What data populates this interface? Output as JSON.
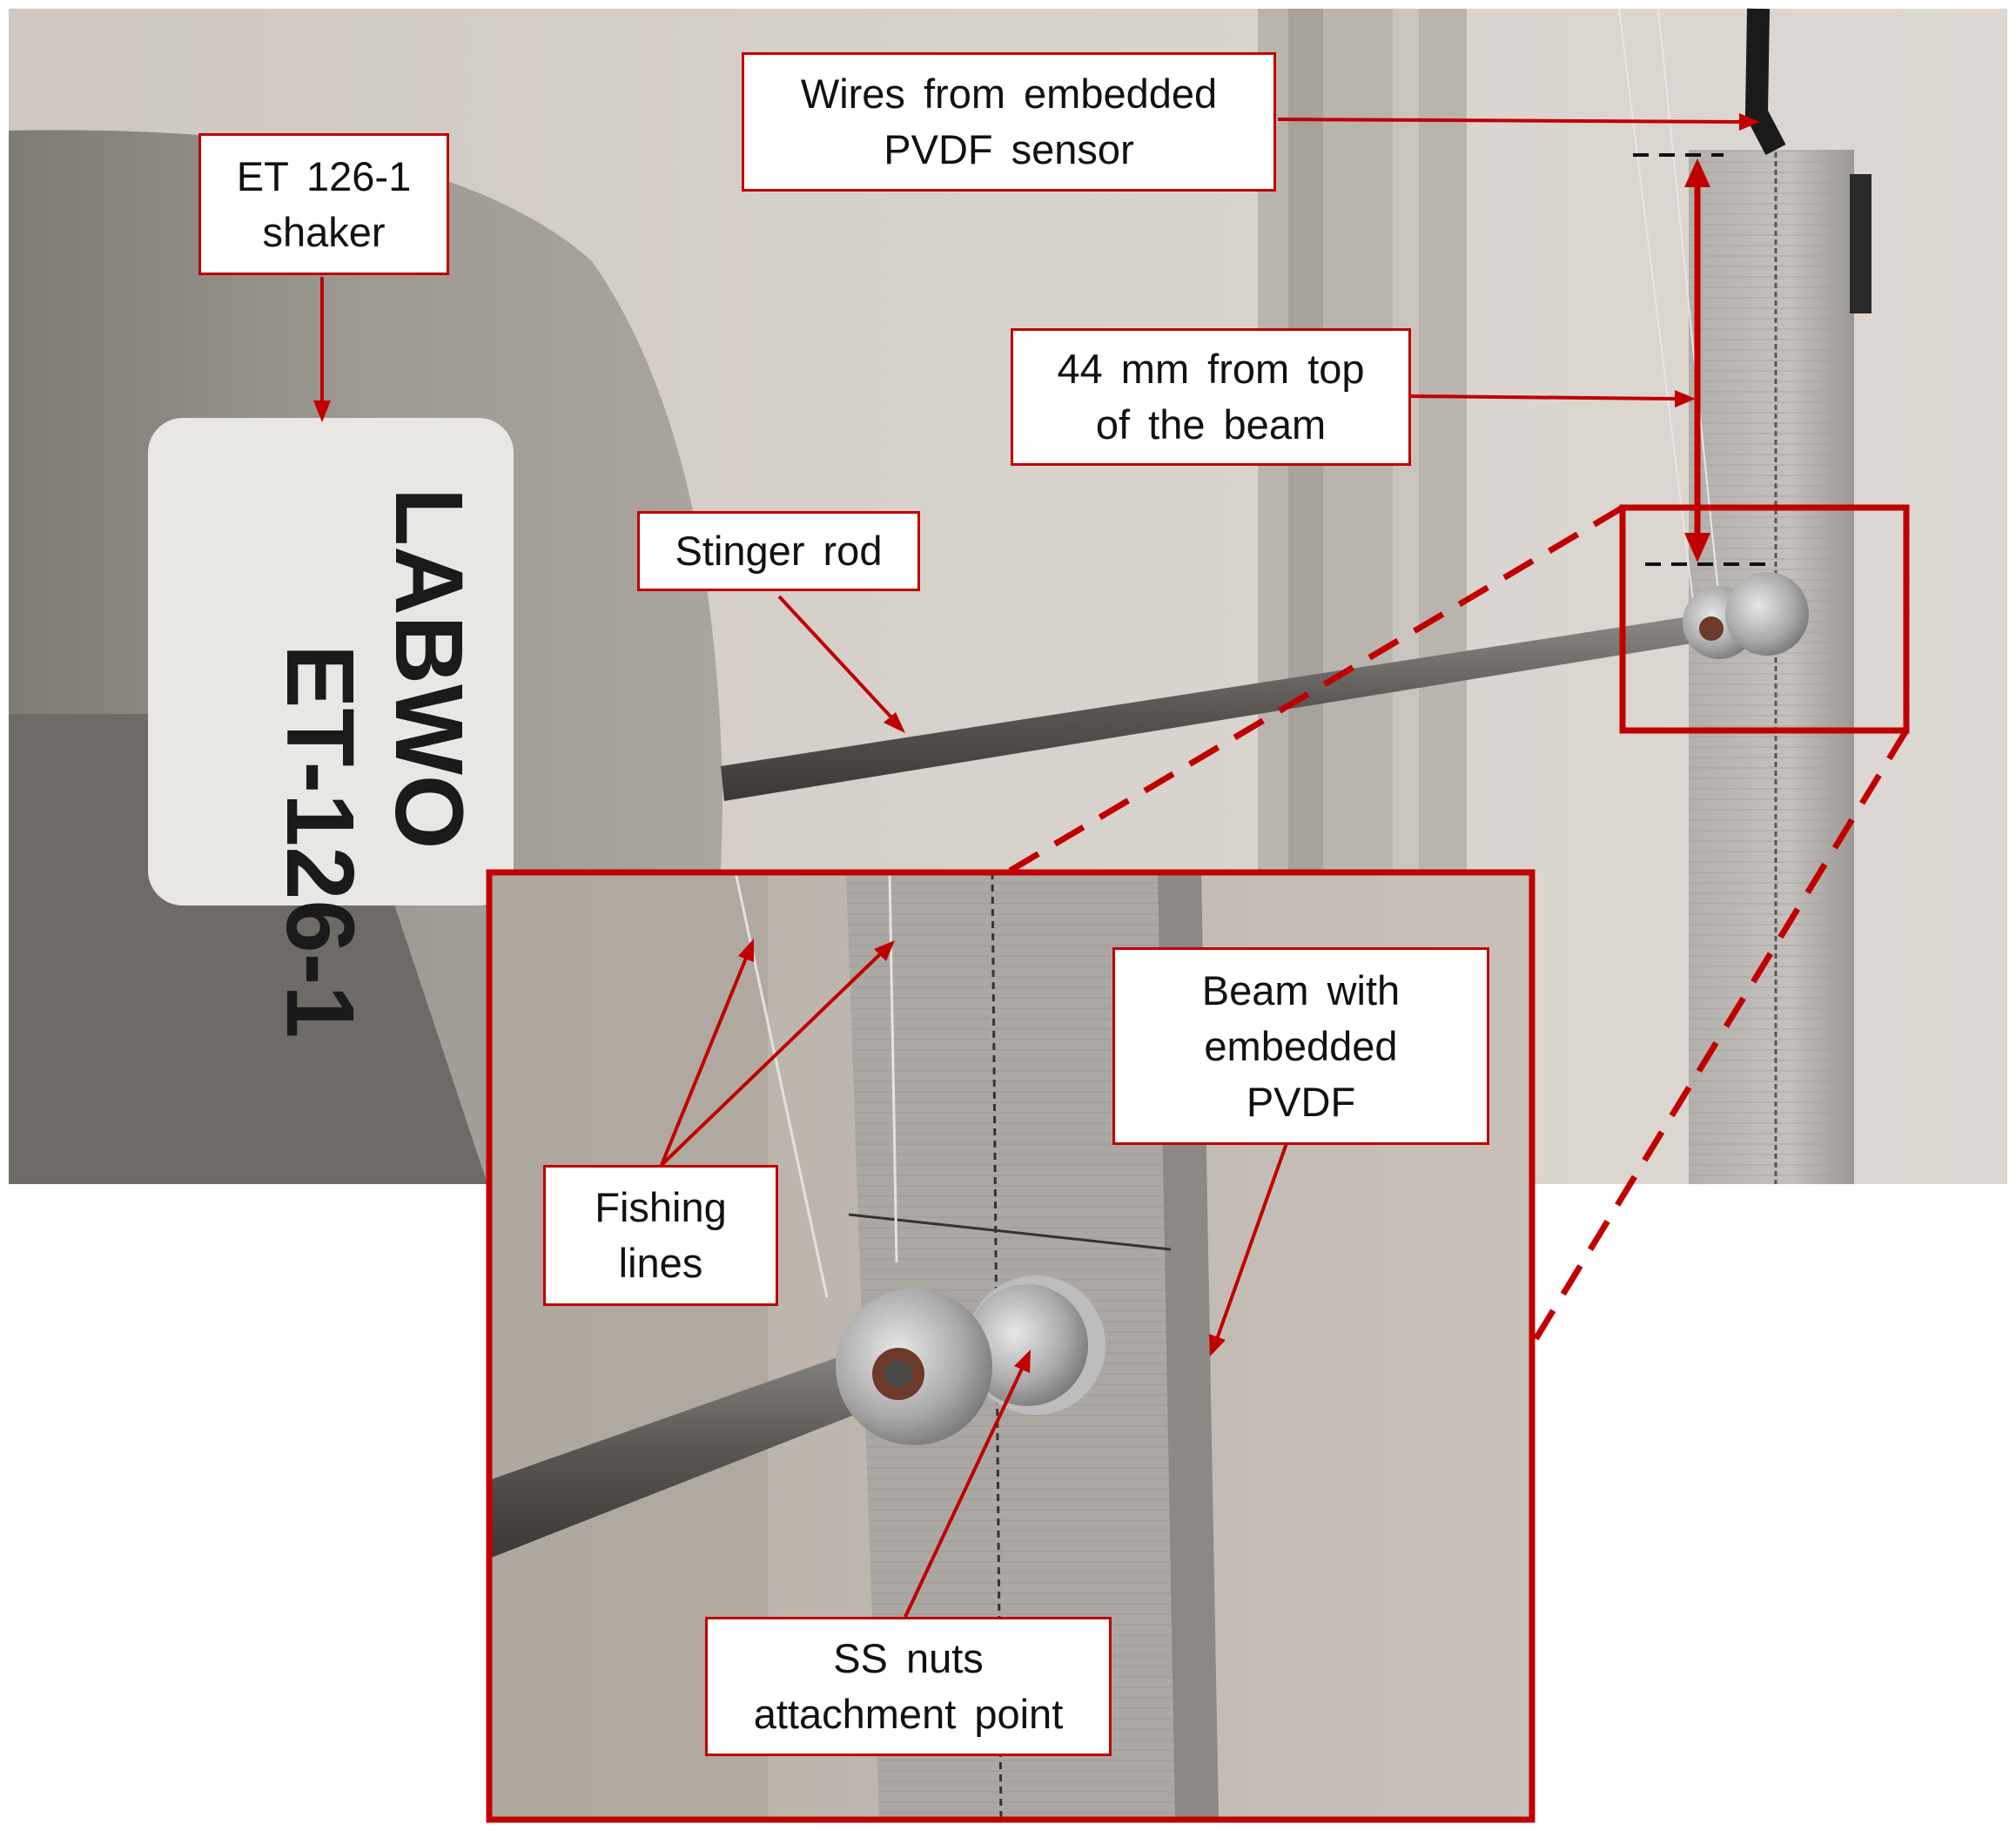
{
  "labels": {
    "shaker": {
      "line1": "ET 126-1",
      "line2": "shaker"
    },
    "wires": {
      "line1": "Wires from embedded",
      "line2": "PVDF sensor"
    },
    "distance": {
      "line1": "44 mm from top",
      "line2": "of the beam"
    },
    "stinger": {
      "line1": "Stinger rod"
    },
    "beam": {
      "line1": "Beam with",
      "line2": "embedded",
      "line3": "PVDF"
    },
    "fishing": {
      "line1": "Fishing",
      "line2": "lines"
    },
    "nuts": {
      "line1": "SS nuts",
      "line2": "attachment point"
    }
  },
  "shaker_sticker": {
    "line1": "LABWO",
    "line2": "ET-126-1"
  },
  "colors": {
    "annotation": "#c00000",
    "background": "#ffffff",
    "dash": "#111111"
  }
}
